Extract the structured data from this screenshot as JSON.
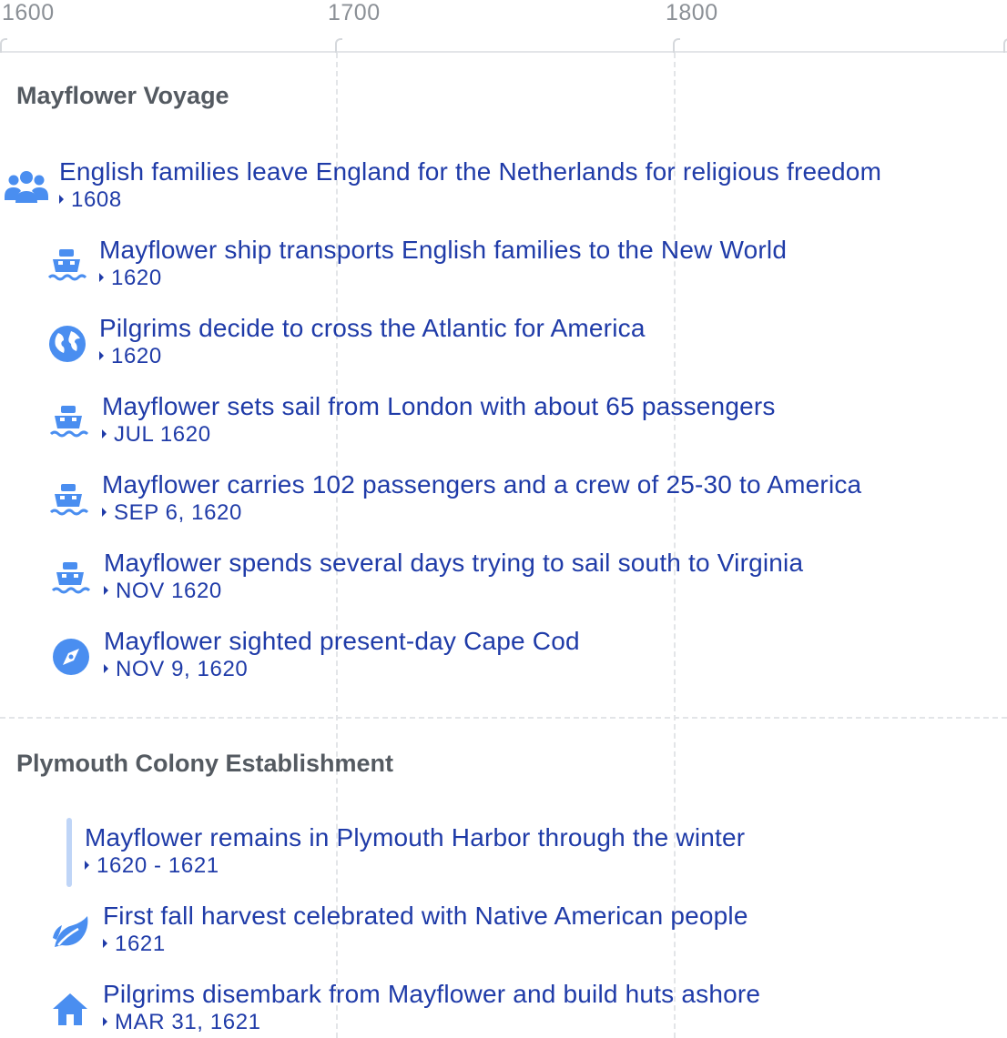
{
  "axis": {
    "ticks": [
      "1600",
      "1700",
      "1800"
    ]
  },
  "sections": [
    {
      "title": "Mayflower Voyage",
      "events": [
        {
          "title": "English families leave England for the Netherlands for religious freedom",
          "date": "1608",
          "icon": "people-icon"
        },
        {
          "title": "Mayflower ship transports English families to the New World",
          "date": "1620",
          "icon": "ship-icon"
        },
        {
          "title": "Pilgrims decide to cross the Atlantic for America",
          "date": "1620",
          "icon": "globe-icon"
        },
        {
          "title": "Mayflower sets sail from London with about 65 passengers",
          "date": "JUL 1620",
          "icon": "ship-icon"
        },
        {
          "title": "Mayflower carries 102 passengers and a crew of 25-30 to America",
          "date": "SEP 6, 1620",
          "icon": "ship-icon"
        },
        {
          "title": "Mayflower spends several days trying to sail south to Virginia",
          "date": "NOV 1620",
          "icon": "ship-icon"
        },
        {
          "title": "Mayflower sighted present-day Cape Cod",
          "date": "NOV 9, 1620",
          "icon": "compass-icon"
        }
      ]
    },
    {
      "title": "Plymouth Colony Establishment",
      "events": [
        {
          "title": "Mayflower remains in Plymouth Harbor through the winter",
          "date": "1620 - 1621",
          "icon": "range-bar"
        },
        {
          "title": "First fall harvest celebrated with Native American people",
          "date": "1621",
          "icon": "leaf-icon"
        },
        {
          "title": "Pilgrims disembark from Mayflower and build huts ashore",
          "date": "MAR 31, 1621",
          "icon": "home-icon"
        }
      ]
    }
  ],
  "colors": {
    "accent": "#1f3ba8",
    "icon": "#4a8ef0",
    "range": "#bfd5f7"
  }
}
